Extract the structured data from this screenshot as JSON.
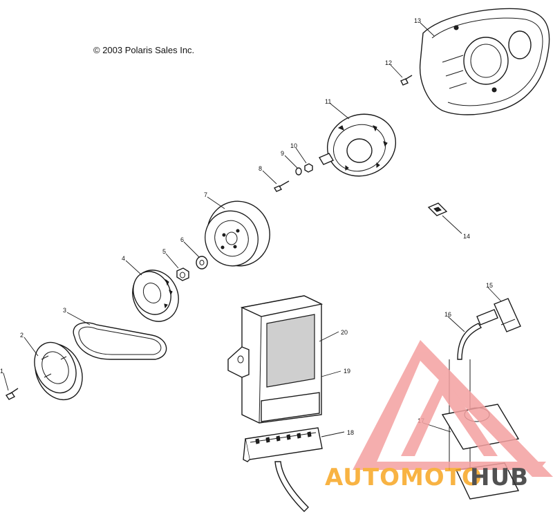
{
  "copyright": "© 2003 Polaris Sales Inc.",
  "callouts": {
    "c1": "1",
    "c2": "2",
    "c3": "3",
    "c4": "4",
    "c5": "5",
    "c6": "6",
    "c7": "7",
    "c8": "8",
    "c9": "9",
    "c10": "10",
    "c11": "11",
    "c12": "12",
    "c13": "13",
    "c14": "14",
    "c15": "15",
    "c16": "16",
    "c17": "17",
    "c18": "18",
    "c19": "19",
    "c20": "20"
  },
  "watermark": {
    "part1": "AUTOMOTO",
    "part2": "HUB",
    "colors": {
      "accent": "#f4a0a0",
      "orange": "#f7a623",
      "dark": "#333333"
    }
  }
}
